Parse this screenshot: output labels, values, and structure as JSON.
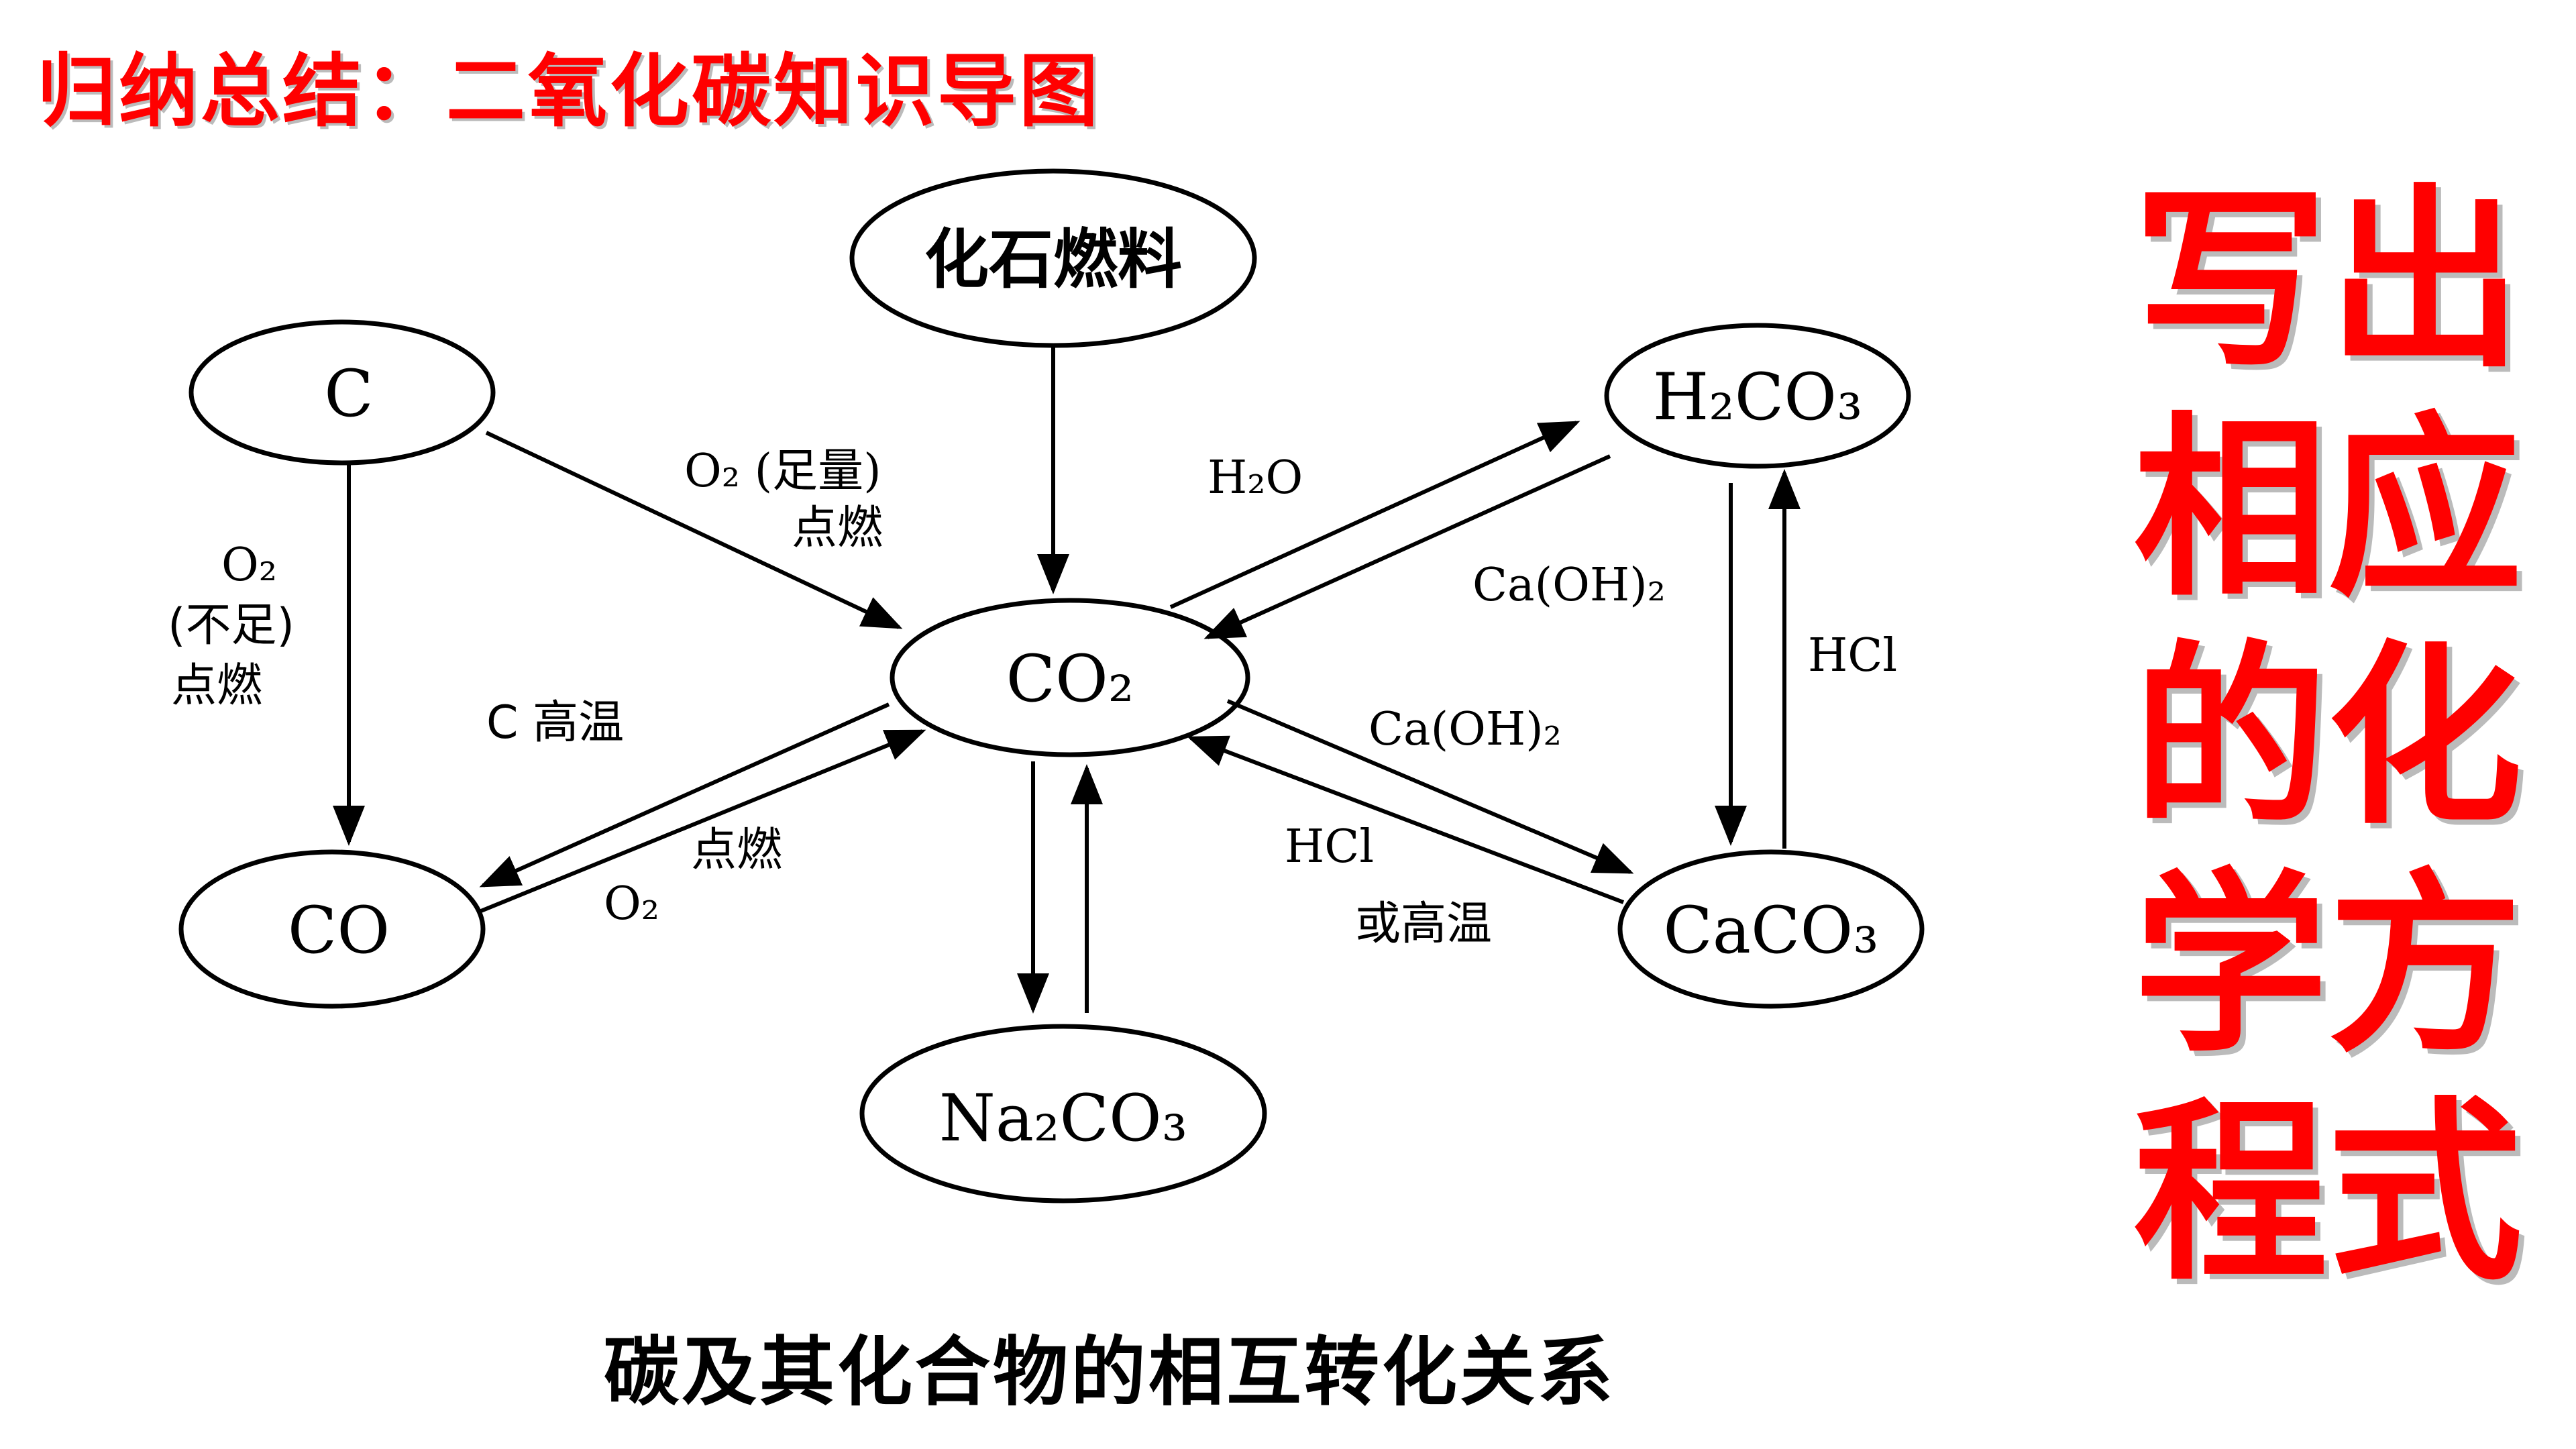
{
  "title": "归纳总结：二氧化碳知识导图",
  "side_text": [
    "写出",
    "相应",
    "的化",
    "学方",
    "程式"
  ],
  "caption": "碳及其化合物的相互转化关系",
  "nodes": {
    "fossil": "化石燃料",
    "c": "C",
    "co2": "CO₂",
    "co": "CO",
    "h2co3": "H₂CO₃",
    "caco3": "CaCO₃",
    "na2co3": "Na₂CO₃"
  },
  "labels": {
    "c_to_co2_a": "O₂ (足量)",
    "c_to_co2_b": "点燃",
    "c_to_co_a": "O₂",
    "c_to_co_b": "(不足)",
    "c_to_co_c": "点燃",
    "co2_to_co": "C  高温",
    "co_to_co2_a": "点燃",
    "co_to_co2_b": "O₂",
    "h2o": "H₂O",
    "caoh2_left": "Ca(OH)₂",
    "hcl_right": "HCl",
    "caoh2_mid": "Ca(OH)₂",
    "hcl_mid": "HCl",
    "or_high_temp": "或高温"
  }
}
